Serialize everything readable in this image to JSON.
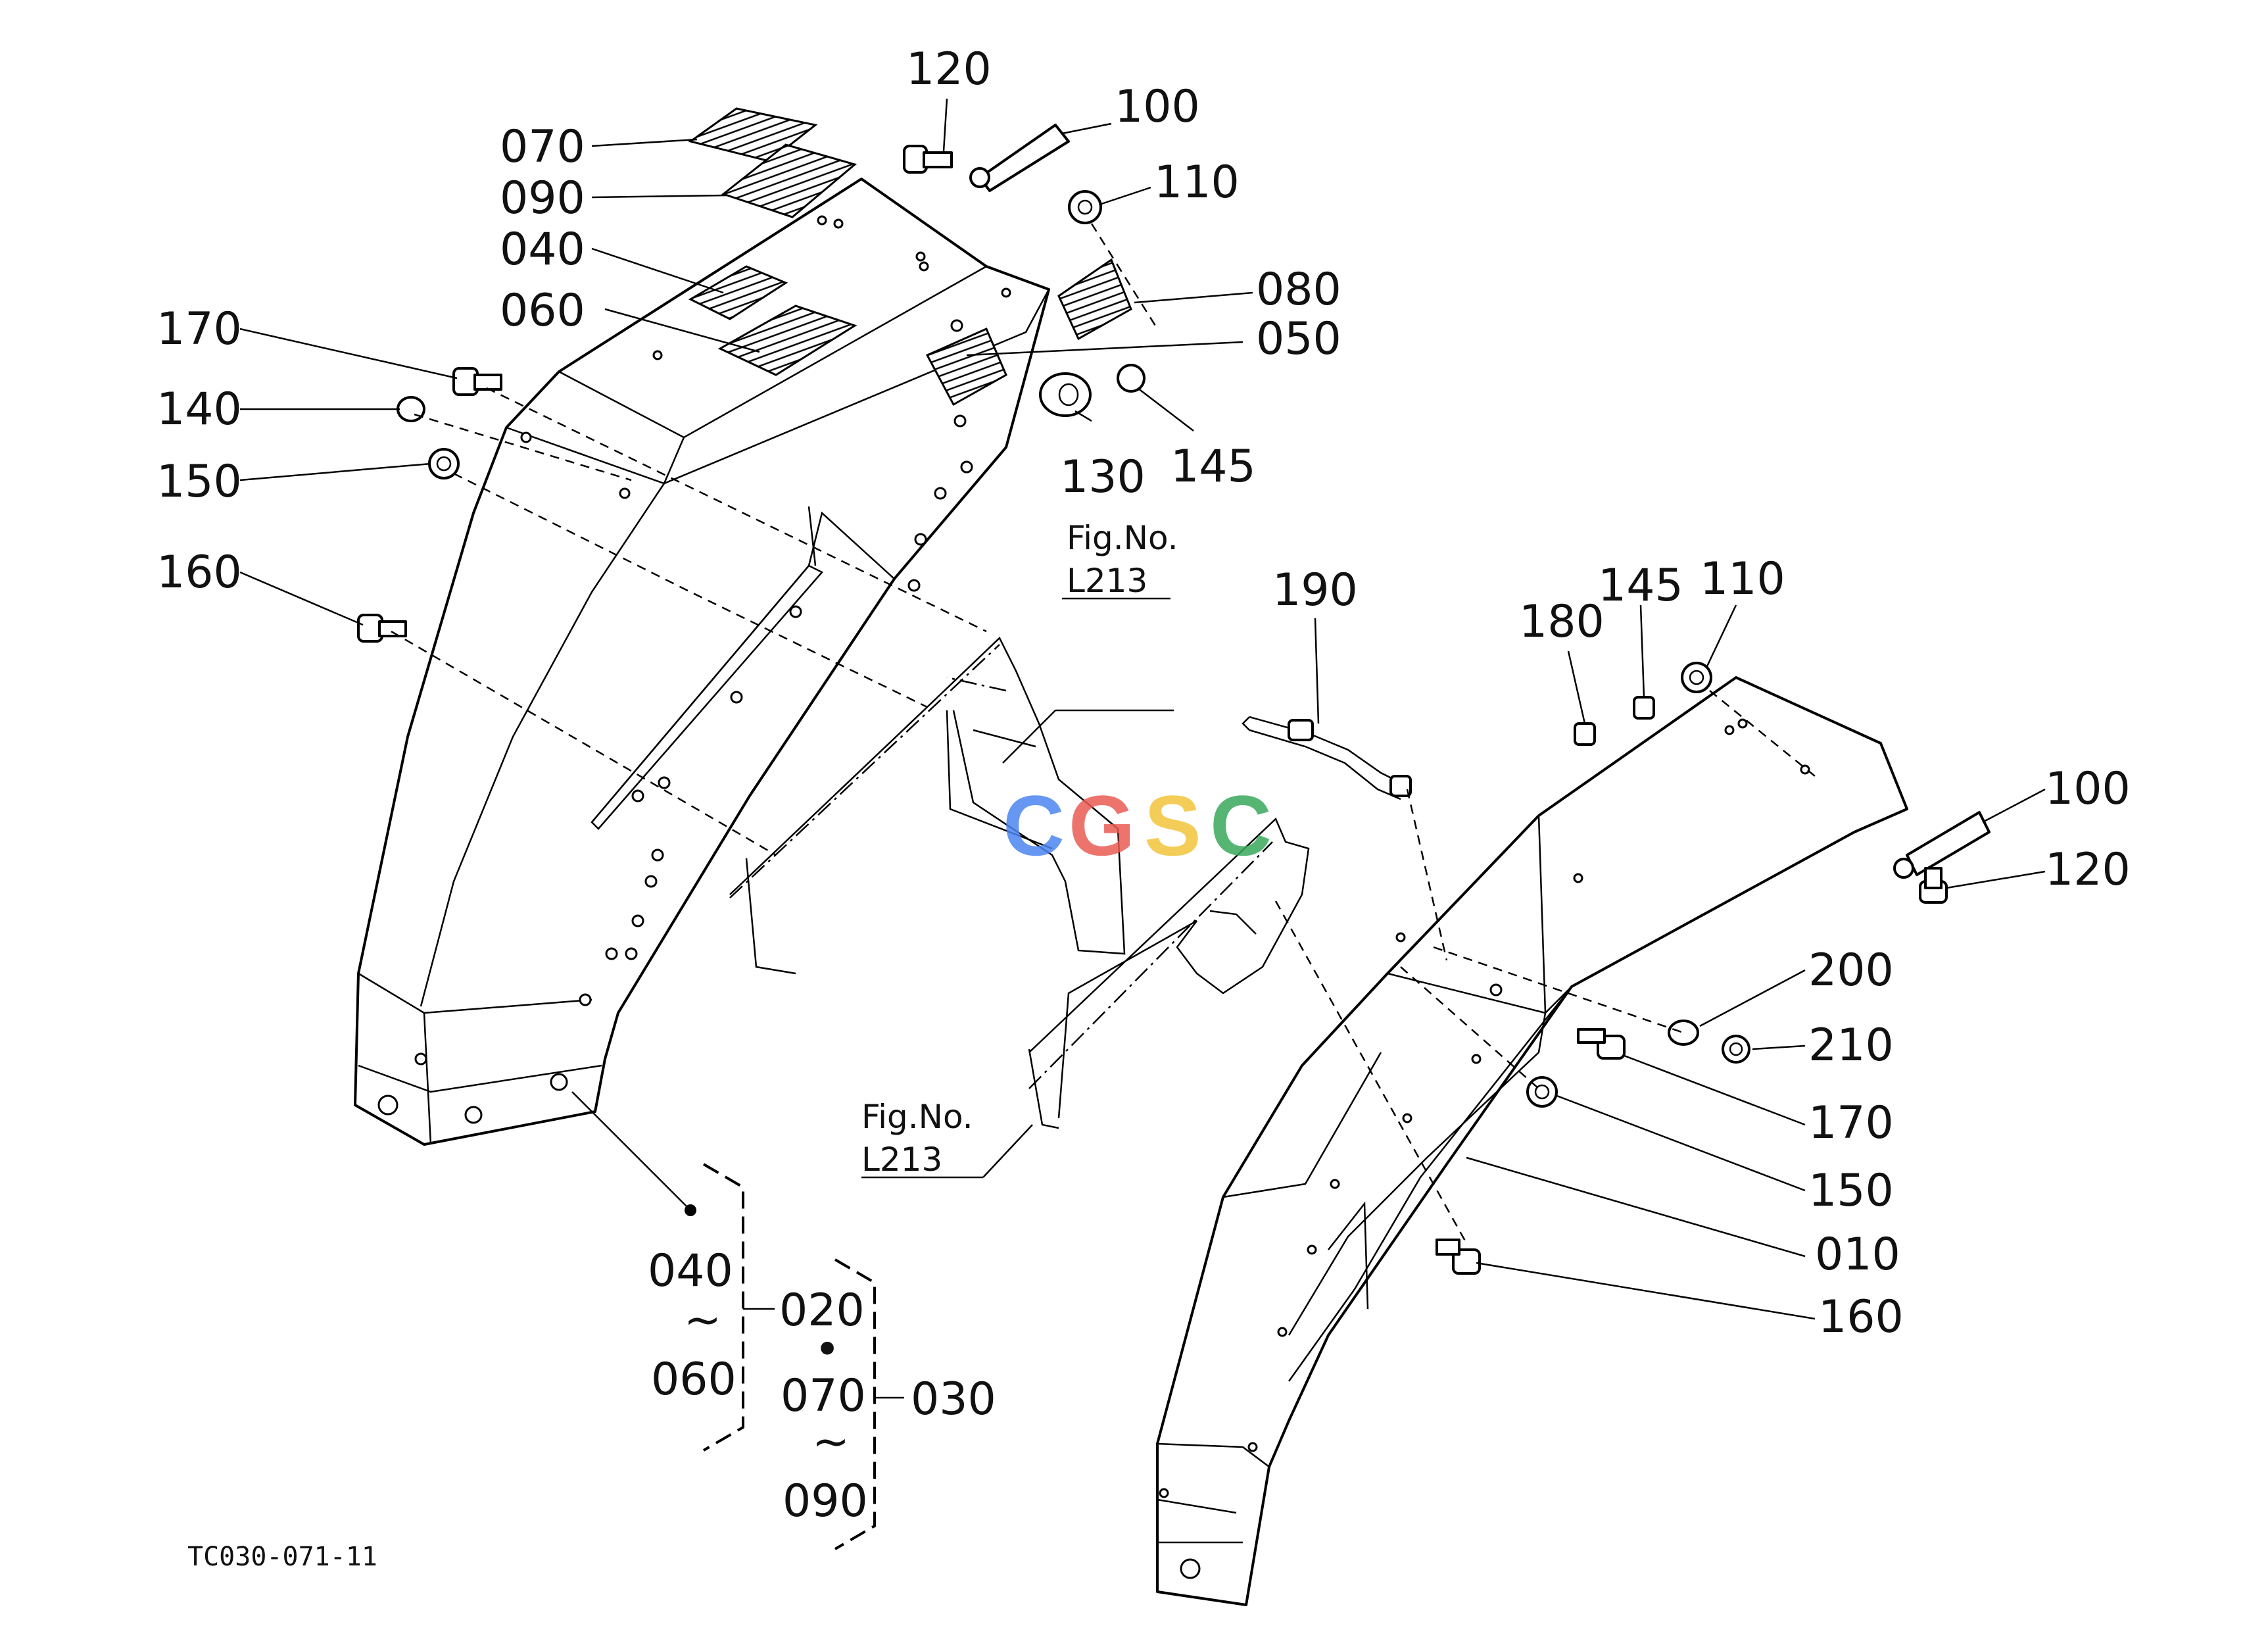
{
  "diagram_code": "TC030-071-11",
  "watermark": {
    "text": "CGSC",
    "letters": [
      {
        "char": "C",
        "color": "#4c86f0"
      },
      {
        "char": "G",
        "color": "#ea5c54"
      },
      {
        "char": "S",
        "color": "#f2c53c"
      },
      {
        "char": "C",
        "color": "#3aa95c"
      }
    ]
  },
  "figure_refs": [
    {
      "prefix": "Fig.No.",
      "number": "L213"
    },
    {
      "prefix": "Fig.No.",
      "number": "L213"
    }
  ],
  "left_callouts": {
    "c070": "070",
    "c090": "090",
    "c040": "040",
    "c060": "060",
    "c170": "170",
    "c140": "140",
    "c150": "150",
    "c160": "160",
    "c120": "120",
    "c100": "100",
    "c110": "110",
    "c080": "080",
    "c050": "050",
    "c130": "130",
    "c145": "145"
  },
  "right_callouts": {
    "c190": "190",
    "c180": "180",
    "c145": "145",
    "c110": "110",
    "c100": "100",
    "c120": "120",
    "c200": "200",
    "c210": "210",
    "c170": "170",
    "c150": "150",
    "c010": "010",
    "c160": "160"
  },
  "assembly_note": {
    "range1_from": "040",
    "range1_tilde": "~",
    "range1_to": "060",
    "assembly1": "020",
    "separator": "•",
    "range2_from": "070",
    "range2_tilde": "~",
    "range2_to": "090",
    "assembly2": "030"
  }
}
